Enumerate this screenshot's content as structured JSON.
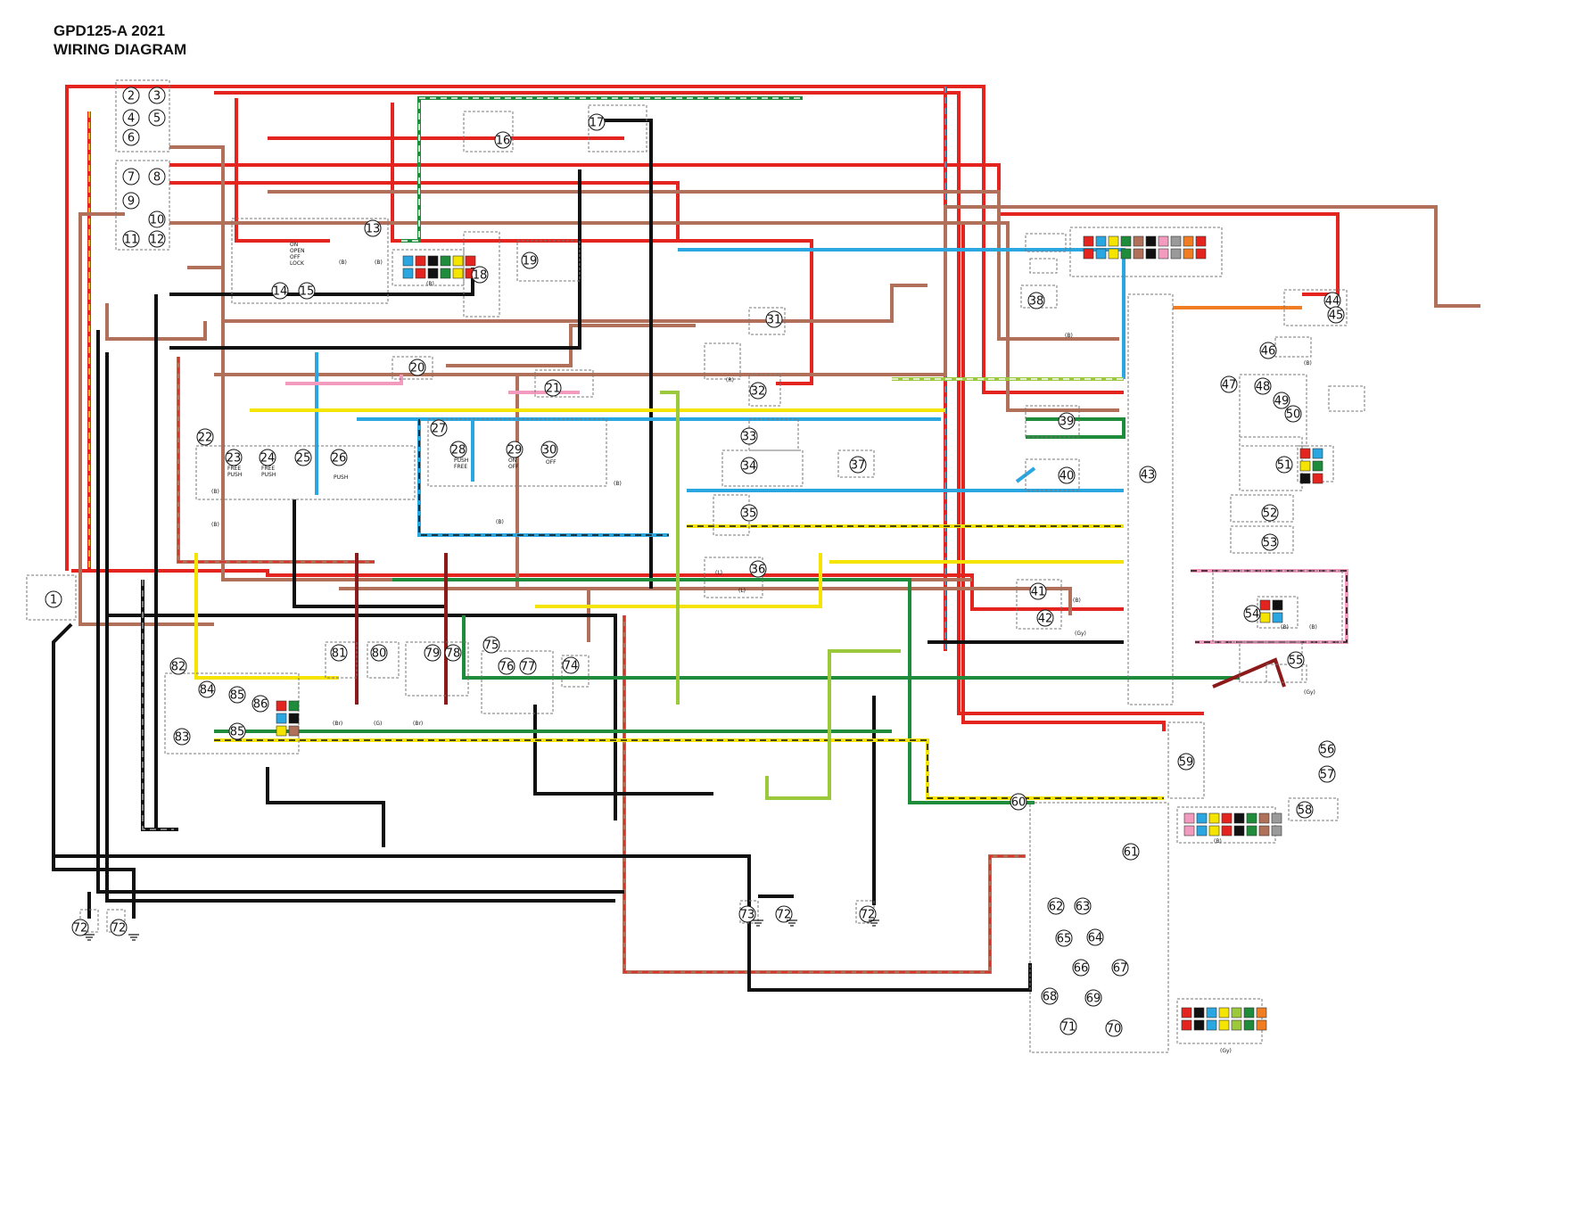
{
  "title": {
    "line1": "GPD125-A 2021",
    "line2": "WIRING DIAGRAM"
  },
  "switch_labels": {
    "main_switch": [
      "ON",
      "OPEN",
      "OFF",
      "LOCK"
    ],
    "free_push_a": [
      "FREE",
      "PUSH"
    ],
    "free_push_b": [
      "FREE",
      "PUSH"
    ],
    "push_free": [
      "PUSH",
      "FREE"
    ],
    "push": "PUSH",
    "on_off": [
      "ON",
      "OFF"
    ],
    "off": "OFF"
  },
  "connector_colors": [
    "(B)",
    "(L)",
    "(Gy)",
    "(G)",
    "(Br)",
    "(R)"
  ],
  "wire_colors": {
    "red": "#e3241f",
    "black": "#111111",
    "brown": "#b0705a",
    "sky_blue": "#2aa6e0",
    "green": "#1e8c3a",
    "yellow": "#f4e400",
    "yellow_green": "#9cc93c",
    "pink": "#f29bbf",
    "orange": "#f07d22",
    "dark_red": "#8b1a1a",
    "gray": "#9a9a9a"
  },
  "components": [
    {
      "id": "1",
      "label": "1"
    },
    {
      "id": "2",
      "label": "2"
    },
    {
      "id": "3",
      "label": "3"
    },
    {
      "id": "4",
      "label": "4"
    },
    {
      "id": "5",
      "label": "5"
    },
    {
      "id": "6",
      "label": "6"
    },
    {
      "id": "7",
      "label": "7"
    },
    {
      "id": "8",
      "label": "8"
    },
    {
      "id": "9",
      "label": "9"
    },
    {
      "id": "10",
      "label": "10"
    },
    {
      "id": "11",
      "label": "11"
    },
    {
      "id": "12",
      "label": "12"
    },
    {
      "id": "13",
      "label": "13"
    },
    {
      "id": "14",
      "label": "14"
    },
    {
      "id": "15",
      "label": "15"
    },
    {
      "id": "16",
      "label": "16"
    },
    {
      "id": "17",
      "label": "17"
    },
    {
      "id": "18",
      "label": "18"
    },
    {
      "id": "19",
      "label": "19"
    },
    {
      "id": "20",
      "label": "20"
    },
    {
      "id": "21",
      "label": "21"
    },
    {
      "id": "22",
      "label": "22"
    },
    {
      "id": "23",
      "label": "23"
    },
    {
      "id": "24",
      "label": "24"
    },
    {
      "id": "25",
      "label": "25"
    },
    {
      "id": "26",
      "label": "26"
    },
    {
      "id": "27",
      "label": "27"
    },
    {
      "id": "28",
      "label": "28"
    },
    {
      "id": "29",
      "label": "29"
    },
    {
      "id": "30",
      "label": "30"
    },
    {
      "id": "31",
      "label": "31"
    },
    {
      "id": "32",
      "label": "32"
    },
    {
      "id": "33",
      "label": "33"
    },
    {
      "id": "34",
      "label": "34"
    },
    {
      "id": "35",
      "label": "35"
    },
    {
      "id": "36",
      "label": "36"
    },
    {
      "id": "37",
      "label": "37"
    },
    {
      "id": "38",
      "label": "38"
    },
    {
      "id": "39",
      "label": "39"
    },
    {
      "id": "40",
      "label": "40"
    },
    {
      "id": "41",
      "label": "41"
    },
    {
      "id": "42",
      "label": "42"
    },
    {
      "id": "43",
      "label": "43"
    },
    {
      "id": "44",
      "label": "44"
    },
    {
      "id": "45",
      "label": "45"
    },
    {
      "id": "46",
      "label": "46"
    },
    {
      "id": "47",
      "label": "47"
    },
    {
      "id": "48",
      "label": "48"
    },
    {
      "id": "49",
      "label": "49"
    },
    {
      "id": "50",
      "label": "50"
    },
    {
      "id": "51",
      "label": "51"
    },
    {
      "id": "52",
      "label": "52"
    },
    {
      "id": "53",
      "label": "53"
    },
    {
      "id": "54",
      "label": "54"
    },
    {
      "id": "55",
      "label": "55"
    },
    {
      "id": "56",
      "label": "56"
    },
    {
      "id": "57",
      "label": "57"
    },
    {
      "id": "58",
      "label": "58"
    },
    {
      "id": "59",
      "label": "59"
    },
    {
      "id": "60",
      "label": "60"
    },
    {
      "id": "61",
      "label": "61"
    },
    {
      "id": "62",
      "label": "62"
    },
    {
      "id": "63",
      "label": "63"
    },
    {
      "id": "64",
      "label": "64"
    },
    {
      "id": "65",
      "label": "65"
    },
    {
      "id": "66",
      "label": "66"
    },
    {
      "id": "67",
      "label": "67"
    },
    {
      "id": "68",
      "label": "68"
    },
    {
      "id": "69",
      "label": "69"
    },
    {
      "id": "70",
      "label": "70"
    },
    {
      "id": "71",
      "label": "71"
    },
    {
      "id": "72",
      "label": "72"
    },
    {
      "id": "73",
      "label": "73"
    },
    {
      "id": "74",
      "label": "74"
    },
    {
      "id": "75",
      "label": "75"
    },
    {
      "id": "76",
      "label": "76"
    },
    {
      "id": "77",
      "label": "77"
    },
    {
      "id": "78",
      "label": "78"
    },
    {
      "id": "79",
      "label": "79"
    },
    {
      "id": "80",
      "label": "80"
    },
    {
      "id": "81",
      "label": "81"
    },
    {
      "id": "82",
      "label": "82"
    },
    {
      "id": "83",
      "label": "83"
    },
    {
      "id": "84",
      "label": "84"
    },
    {
      "id": "85",
      "label": "85"
    },
    {
      "id": "86",
      "label": "86"
    }
  ]
}
